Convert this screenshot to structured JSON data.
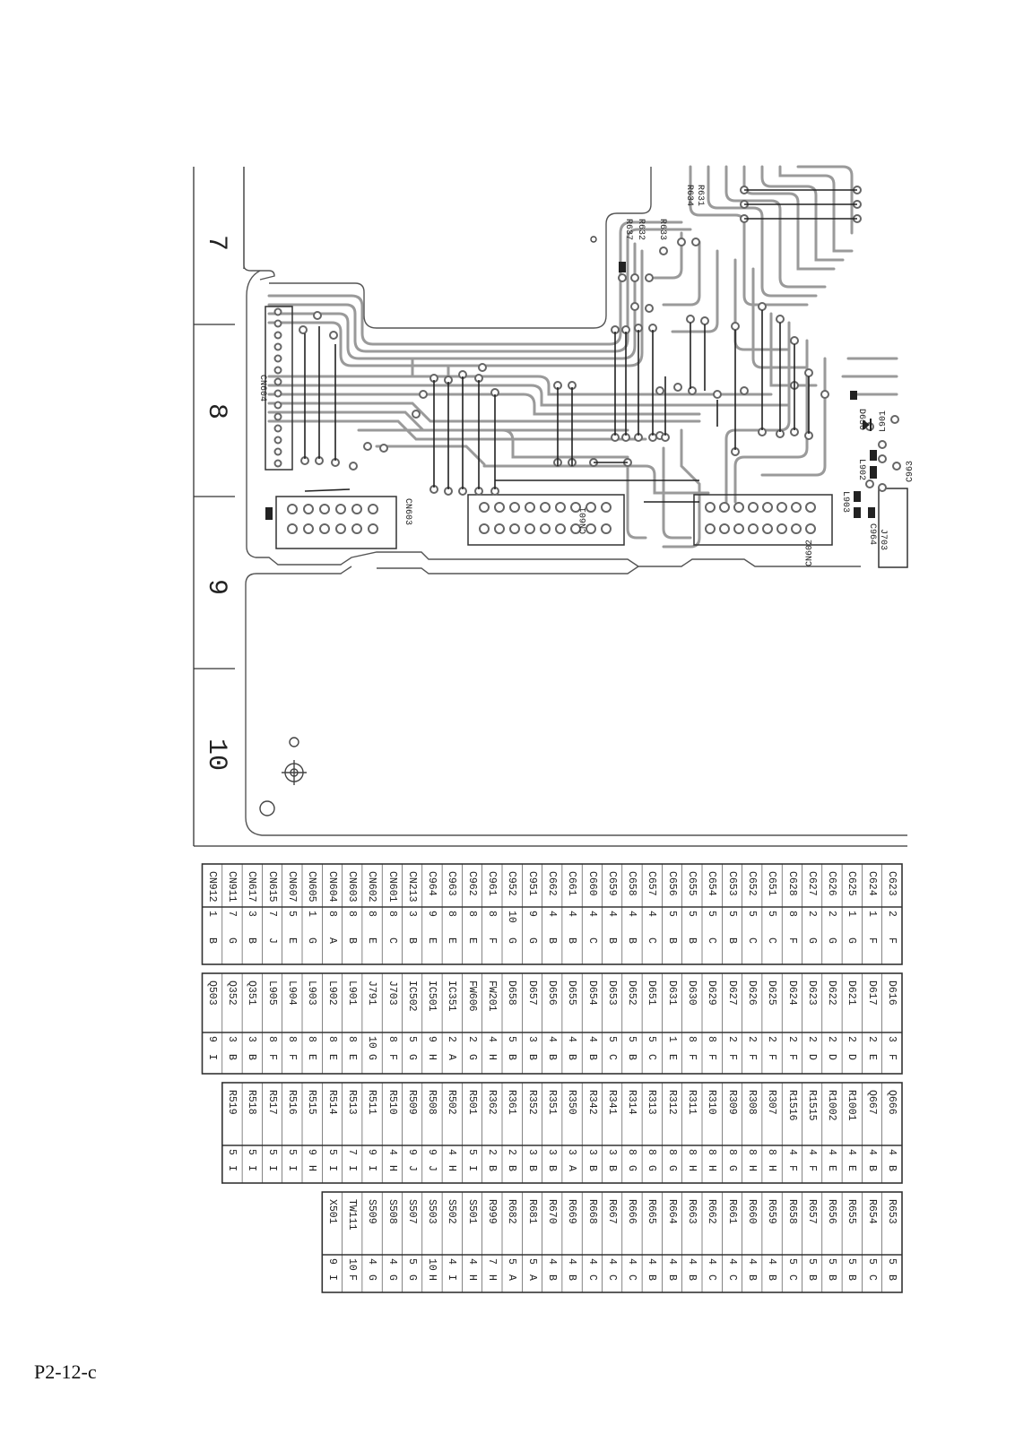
{
  "page_label": "P2-12-c",
  "ruler_numbers": [
    "7",
    "8",
    "9",
    "10"
  ],
  "board_labels": {
    "cn604": "CN604",
    "cn603": "CN603",
    "cn601": "CN601",
    "cn602": "CN602",
    "r631": "R631",
    "r634": "R634",
    "r632": "R632",
    "r637": "R637",
    "r633": "R633",
    "d630": "D630",
    "l901": "L901",
    "l902": "L902",
    "l903": "L903",
    "c963": "C963",
    "c964": "C964",
    "j703": "J703"
  },
  "parts_columns": [
    {
      "rows": [
        [
          "C623",
          "2",
          "F"
        ],
        [
          "C624",
          "1",
          "F"
        ],
        [
          "C625",
          "1",
          "G"
        ],
        [
          "C626",
          "2",
          "G"
        ],
        [
          "C627",
          "2",
          "G"
        ],
        [
          "C628",
          "8",
          "F"
        ],
        [
          "C651",
          "5",
          "C"
        ],
        [
          "C652",
          "5",
          "C"
        ],
        [
          "C653",
          "5",
          "B"
        ],
        [
          "C654",
          "5",
          "C"
        ],
        [
          "C655",
          "5",
          "B"
        ],
        [
          "C656",
          "5",
          "B"
        ],
        [
          "C657",
          "4",
          "C"
        ],
        [
          "C658",
          "4",
          "B"
        ],
        [
          "C659",
          "4",
          "B"
        ],
        [
          "C660",
          "4",
          "C"
        ],
        [
          "C661",
          "4",
          "B"
        ],
        [
          "C662",
          "4",
          "B"
        ],
        [
          "C951",
          "9",
          "G"
        ],
        [
          "C952",
          "10",
          "G"
        ],
        [
          "C961",
          "8",
          "F"
        ],
        [
          "C962",
          "8",
          "E"
        ],
        [
          "C963",
          "8",
          "E"
        ],
        [
          "C964",
          "9",
          "E"
        ],
        [
          "CN213",
          "3",
          "B"
        ],
        [
          "CN601",
          "8",
          "C"
        ],
        [
          "CN602",
          "8",
          "E"
        ],
        [
          "CN603",
          "8",
          "B"
        ],
        [
          "CN604",
          "8",
          "A"
        ],
        [
          "CN605",
          "1",
          "G"
        ],
        [
          "CN607",
          "5",
          "E"
        ],
        [
          "CN615",
          "7",
          "J"
        ],
        [
          "CN617",
          "3",
          "B"
        ],
        [
          "CN911",
          "7",
          "G"
        ],
        [
          "CN912",
          "1",
          "B"
        ]
      ]
    },
    {
      "rows": [
        [
          "D616",
          "3",
          "F"
        ],
        [
          "D617",
          "2",
          "E"
        ],
        [
          "D621",
          "2",
          "D"
        ],
        [
          "D622",
          "2",
          "D"
        ],
        [
          "D623",
          "2",
          "D"
        ],
        [
          "D624",
          "2",
          "F"
        ],
        [
          "D625",
          "2",
          "F"
        ],
        [
          "D626",
          "2",
          "F"
        ],
        [
          "D627",
          "2",
          "F"
        ],
        [
          "D629",
          "8",
          "F"
        ],
        [
          "D630",
          "8",
          "F"
        ],
        [
          "D631",
          "1",
          "E"
        ],
        [
          "D651",
          "5",
          "C"
        ],
        [
          "D652",
          "5",
          "B"
        ],
        [
          "D653",
          "5",
          "C"
        ],
        [
          "D654",
          "4",
          "B"
        ],
        [
          "D655",
          "4",
          "B"
        ],
        [
          "D656",
          "4",
          "B"
        ],
        [
          "D657",
          "3",
          "B"
        ],
        [
          "D658",
          "5",
          "B"
        ],
        [
          "FW201",
          "4",
          "H"
        ],
        [
          "FW606",
          "2",
          "G"
        ],
        [
          "IC351",
          "2",
          "A"
        ],
        [
          "IC501",
          "9",
          "H"
        ],
        [
          "IC502",
          "5",
          "G"
        ],
        [
          "J703",
          "8",
          "F"
        ],
        [
          "J791",
          "10",
          "G"
        ],
        [
          "L901",
          "8",
          "E"
        ],
        [
          "L902",
          "8",
          "E"
        ],
        [
          "L903",
          "8",
          "E"
        ],
        [
          "L904",
          "8",
          "F"
        ],
        [
          "L905",
          "8",
          "F"
        ],
        [
          "Q351",
          "3",
          "B"
        ],
        [
          "Q352",
          "3",
          "B"
        ],
        [
          "Q503",
          "9",
          "I"
        ]
      ]
    },
    {
      "rows": [
        [
          "Q666",
          "4",
          "B"
        ],
        [
          "Q667",
          "4",
          "B"
        ],
        [
          "R1001",
          "4",
          "E"
        ],
        [
          "R1002",
          "4",
          "E"
        ],
        [
          "R1515",
          "4",
          "F"
        ],
        [
          "R1516",
          "4",
          "F"
        ],
        [
          "R307",
          "8",
          "H"
        ],
        [
          "R308",
          "8",
          "H"
        ],
        [
          "R309",
          "8",
          "G"
        ],
        [
          "R310",
          "8",
          "H"
        ],
        [
          "R311",
          "8",
          "H"
        ],
        [
          "R312",
          "8",
          "G"
        ],
        [
          "R313",
          "8",
          "G"
        ],
        [
          "R314",
          "8",
          "G"
        ],
        [
          "R341",
          "3",
          "B"
        ],
        [
          "R342",
          "3",
          "B"
        ],
        [
          "R350",
          "3",
          "A"
        ],
        [
          "R351",
          "3",
          "B"
        ],
        [
          "R352",
          "3",
          "B"
        ],
        [
          "R361",
          "2",
          "B"
        ],
        [
          "R362",
          "2",
          "B"
        ],
        [
          "R501",
          "5",
          "I"
        ],
        [
          "R502",
          "4",
          "H"
        ],
        [
          "R508",
          "9",
          "J"
        ],
        [
          "R509",
          "9",
          "J"
        ],
        [
          "R510",
          "4",
          "H"
        ],
        [
          "R511",
          "9",
          "I"
        ],
        [
          "R513",
          "7",
          "I"
        ],
        [
          "R514",
          "5",
          "I"
        ],
        [
          "R515",
          "9",
          "H"
        ],
        [
          "R516",
          "5",
          "I"
        ],
        [
          "R517",
          "5",
          "I"
        ],
        [
          "R518",
          "5",
          "I"
        ],
        [
          "R519",
          "5",
          "I"
        ]
      ]
    },
    {
      "rows": [
        [
          "R653",
          "5",
          "B"
        ],
        [
          "R654",
          "5",
          "C"
        ],
        [
          "R655",
          "5",
          "B"
        ],
        [
          "R656",
          "5",
          "B"
        ],
        [
          "R657",
          "5",
          "B"
        ],
        [
          "R658",
          "5",
          "C"
        ],
        [
          "R659",
          "4",
          "B"
        ],
        [
          "R660",
          "4",
          "B"
        ],
        [
          "R661",
          "4",
          "C"
        ],
        [
          "R662",
          "4",
          "C"
        ],
        [
          "R663",
          "4",
          "B"
        ],
        [
          "R664",
          "4",
          "B"
        ],
        [
          "R665",
          "4",
          "B"
        ],
        [
          "R666",
          "4",
          "C"
        ],
        [
          "R667",
          "4",
          "C"
        ],
        [
          "R668",
          "4",
          "C"
        ],
        [
          "R669",
          "4",
          "B"
        ],
        [
          "R670",
          "4",
          "B"
        ],
        [
          "R681",
          "5",
          "A"
        ],
        [
          "R682",
          "5",
          "A"
        ],
        [
          "R999",
          "7",
          "H"
        ],
        [
          "S501",
          "4",
          "H"
        ],
        [
          "S502",
          "4",
          "I"
        ],
        [
          "S503",
          "10",
          "H"
        ],
        [
          "S507",
          "5",
          "G"
        ],
        [
          "S508",
          "4",
          "G"
        ],
        [
          "S509",
          "4",
          "G"
        ],
        [
          "TW111",
          "10",
          "F"
        ],
        [
          "X501",
          "9",
          "I"
        ]
      ]
    }
  ]
}
